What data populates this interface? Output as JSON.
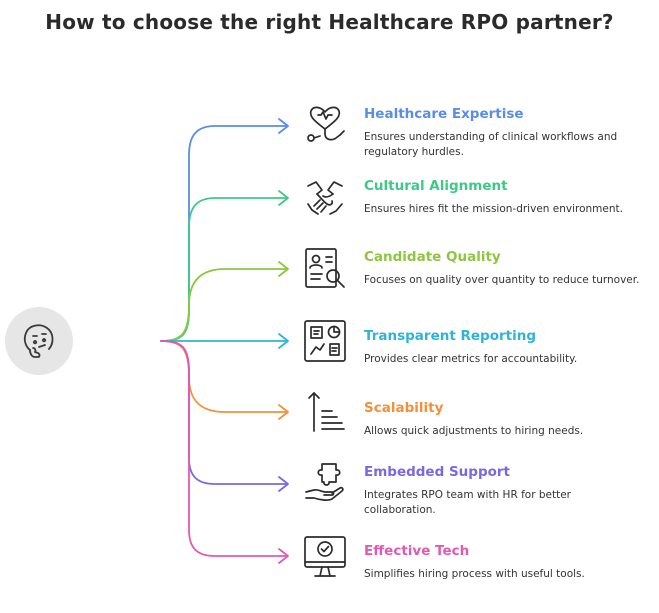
{
  "title": "How to choose the right Healthcare RPO partner?",
  "hub": {
    "icon": "thinking-face-icon"
  },
  "items": [
    {
      "title": "Healthcare Expertise",
      "description": "Ensures understanding of clinical workflows and regulatory hurdles.",
      "color": "#5a8de6",
      "icon": "stethoscope-heart-icon"
    },
    {
      "title": "Cultural Alignment",
      "description": "Ensures hires fit the mission-driven environment.",
      "color": "#3ec98a",
      "icon": "handshake-icon"
    },
    {
      "title": "Candidate Quality",
      "description": "Focuses on quality over quantity to reduce turnover.",
      "color": "#8ec63f",
      "icon": "candidate-search-icon"
    },
    {
      "title": "Transparent Reporting",
      "description": "Provides clear metrics for accountability.",
      "color": "#2fb4d8",
      "icon": "dashboard-report-icon"
    },
    {
      "title": "Scalability",
      "description": "Allows quick adjustments to hiring needs.",
      "color": "#f2913a",
      "icon": "scale-up-icon"
    },
    {
      "title": "Embedded Support",
      "description": "Integrates RPO team with HR for better collaboration.",
      "color": "#7b68e0",
      "icon": "puzzle-hand-icon"
    },
    {
      "title": "Effective Tech",
      "description": "Simplifies hiring process with useful tools.",
      "color": "#e05ab5",
      "icon": "monitor-check-icon"
    }
  ]
}
